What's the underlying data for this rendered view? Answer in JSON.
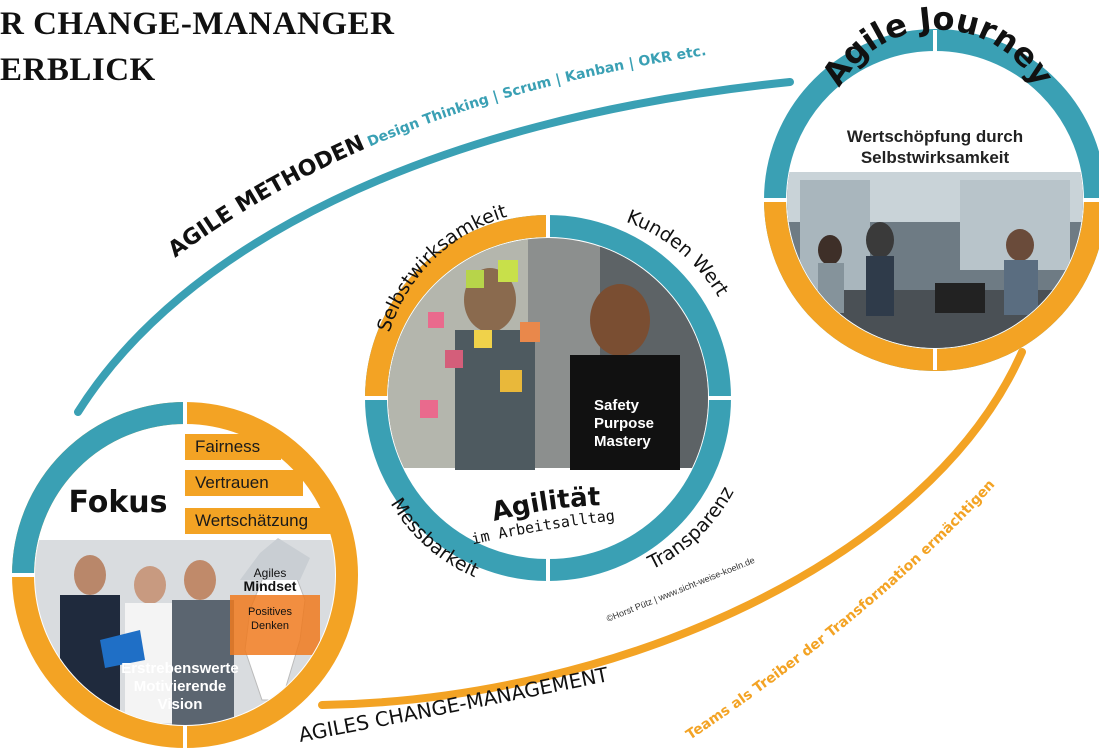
{
  "title": {
    "line1": "R CHANGE-MANANGER",
    "line2": "ERBLICK"
  },
  "arc_top": {
    "label": "AGILE METHODEN",
    "methods": "Design Thinking | Scrum | Kanban | OKR etc."
  },
  "arc_bottom": {
    "label": "AGILES CHANGE-MANAGEMENT",
    "claim": "Teams als Treiber der Transformation ermächtigen"
  },
  "journey": {
    "title": "Agile Journey",
    "line1": "Wertschöpfung durch",
    "line2": "Selbstwirksamkeit"
  },
  "center": {
    "title": "Agilität",
    "subtitle": "im Arbeitsalltag",
    "photo_text": [
      "Safety",
      "Purpose",
      "Mastery"
    ],
    "ring_labels": {
      "top_left": "Selbstwirksamkeit",
      "top_right": "Kunden Wert",
      "bottom_left": "Messbarkeit",
      "bottom_right": "Transparenz"
    }
  },
  "fokus": {
    "title": "Fokus",
    "values": [
      "Fairness",
      "Vertrauen",
      "Wertschätzung"
    ],
    "iceberg": [
      "Agiles",
      "Mindset",
      "Positives",
      "Denken"
    ],
    "vision": [
      "Erstrebenswerte",
      "Motivierende",
      "Vision"
    ]
  },
  "copyright": "©Horst Pütz | www.sicht-weise-koeln.de",
  "colors": {
    "teal": "#3aa0b4",
    "orange": "#f3a324",
    "dark": "#111111"
  }
}
